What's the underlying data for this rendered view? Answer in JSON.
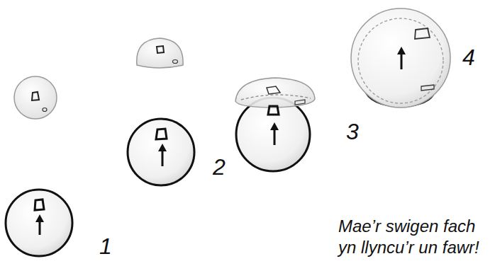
{
  "diagram": {
    "labels": [
      "1",
      "2",
      "3",
      "4",
      "Mae’r swigen fach yn llyncu’r un fawr!"
    ]
  }
}
